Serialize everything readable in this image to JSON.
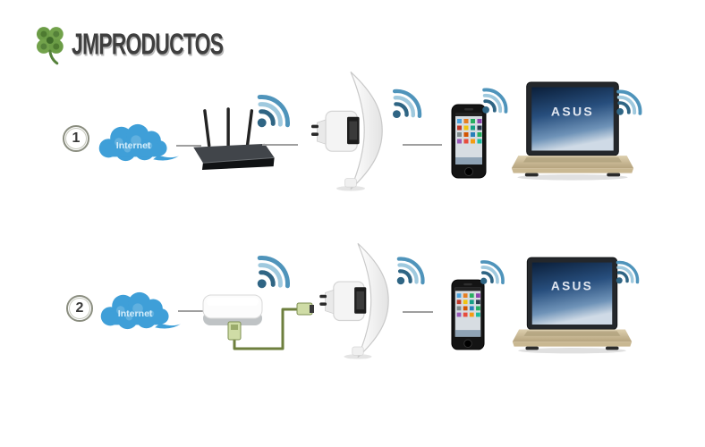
{
  "logo": {
    "icon": "clover-icon",
    "brand": "JMPRODUCTOS"
  },
  "diagram": {
    "title_hint": "wifi-repeater-setup-options",
    "rows": [
      {
        "step": "1",
        "cloud_label": "Internet",
        "devices": [
          "internet-cloud",
          "wireless-router",
          "wifi-repeater",
          "smartphone",
          "laptop"
        ],
        "laptop_brand": "ASUS",
        "link_to_repeater": "wireless"
      },
      {
        "step": "2",
        "cloud_label": "Internet",
        "devices": [
          "internet-cloud",
          "modem",
          "ethernet-cable",
          "wifi-repeater",
          "smartphone",
          "laptop"
        ],
        "laptop_brand": "ASUS",
        "link_to_repeater": "wired-ethernet"
      }
    ],
    "wifi_icon_count": 8
  },
  "colors": {
    "background": "#ffffff",
    "wifi_dark": "#2f6584",
    "wifi_mid": "#4f94bb",
    "wifi_light": "#9fc9de",
    "cloud_blue": "#3f9fd8",
    "cloud_text": "#d3ecfa",
    "line_gray": "#9f9f9f",
    "cable_green": "#6e7f3e",
    "connector_green": "#cfdca6",
    "laptop_gold": "#c9b894",
    "screen_blue": "#16355c",
    "logo_green": "#6b9c46",
    "logo_text": "#3f3f3f"
  }
}
